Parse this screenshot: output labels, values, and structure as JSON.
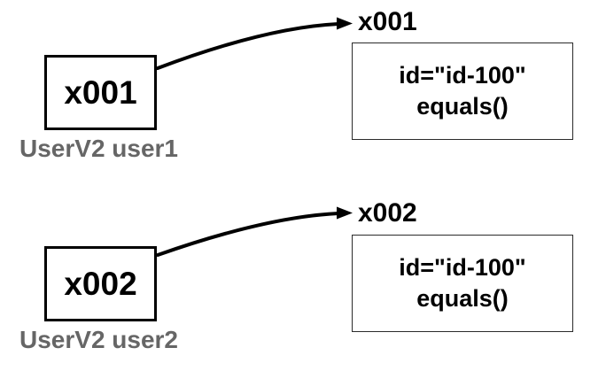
{
  "diagram": {
    "type": "object-reference-diagram",
    "groups": [
      {
        "variable": "x001",
        "declaration": "UserV2 user1",
        "object_name": "x001",
        "object_members": [
          "id=\"id-100\"",
          "equals()"
        ]
      },
      {
        "variable": "x002",
        "declaration": "UserV2 user2",
        "object_name": "x002",
        "object_members": [
          "id=\"id-100\"",
          "equals()"
        ]
      }
    ],
    "colors": {
      "line": "#000000",
      "variable_box_border": "#000000",
      "object_box_border": "#2b2b2b",
      "label_gray": "#666666",
      "background": "#ffffff"
    }
  }
}
